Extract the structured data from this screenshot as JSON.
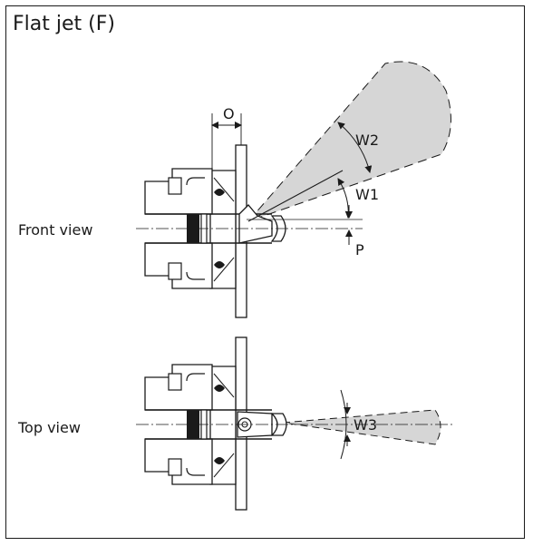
{
  "figure": {
    "title": "Flat jet (F)",
    "views": {
      "front": "Front view",
      "top": "Top view"
    },
    "dimensions": {
      "offset": "O",
      "position": "P",
      "angle_w1": "W1",
      "angle_w2": "W2",
      "angle_w3": "W3"
    },
    "colors": {
      "spray": "#d6d6d6",
      "line": "#1a1a1a"
    }
  }
}
